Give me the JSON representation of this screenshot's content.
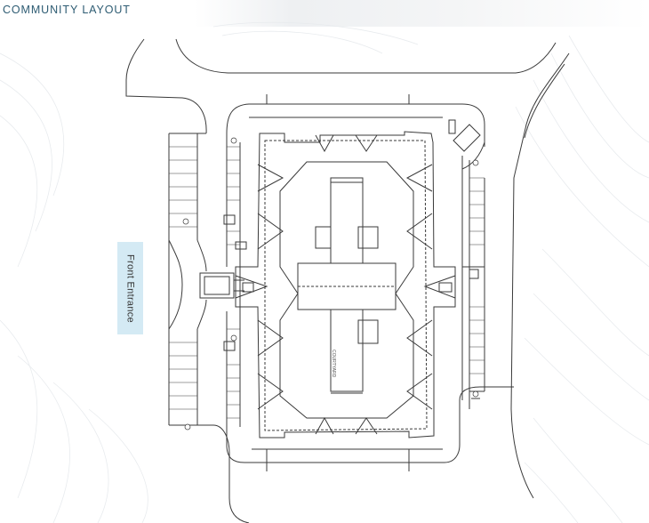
{
  "header": {
    "title": "COMMUNITY LAYOUT"
  },
  "labels": {
    "entrance": "Front Entrance",
    "courtyard": "COURTYARD"
  },
  "colors": {
    "title": "#2e5c73",
    "entrance_box": "#d4eaf4",
    "linework": "#333333",
    "contours": "#e6e9ec"
  }
}
